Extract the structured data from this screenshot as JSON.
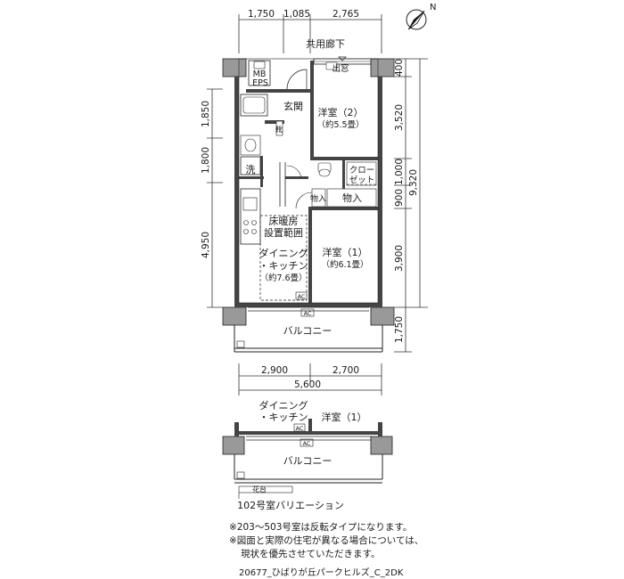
{
  "top_dims": [
    "1,750",
    "1,085",
    "2,765"
  ],
  "compass_label": "N",
  "corridor_label": "共用廊下",
  "entrance_label": "出窓",
  "mb_label": "MB",
  "eps_label": "EPS",
  "genkan_label": "玄関",
  "kutsu_label": "靴",
  "sen_label": "洗",
  "closet_label_1": "クロー",
  "closet_label_2": "ゼット",
  "monoire_label": "物入",
  "monoire_small_label": "物入",
  "room_western2": {
    "name": "洋室（2）",
    "size": "（約5.5畳）"
  },
  "room_western1": {
    "name": "洋室（1）",
    "size": "（約6.1畳）"
  },
  "floor_heating": {
    "line1": "床暖房",
    "line2": "設置範囲"
  },
  "dining": {
    "line1": "ダイニング",
    "line2": "・キッチン",
    "line3": "（約7.6畳）"
  },
  "ac_label": "AC",
  "balcony_label": "バルコニー",
  "left_dims": [
    "1,850",
    "1,800",
    "4,950"
  ],
  "right_dims": [
    "400",
    "3,520",
    "1,000",
    "900",
    "3,900",
    "1,750"
  ],
  "total_height_dim": "9,320",
  "bottom_dims": [
    "2,900",
    "2,700"
  ],
  "total_width_dim": "5,600",
  "variation": {
    "dining_line1": "ダイニング",
    "dining_line2": "・キッチン",
    "western": "洋室（1）",
    "balcony": "バルコニー",
    "flower_bed": "花台",
    "title": "102号室バリエーション"
  },
  "notes": [
    "※203～503号室は反転タイプになります。",
    "※図面と実際の住宅が異なる場合については、",
    "現状を優先させていただきます。"
  ],
  "caption": "20677_ひばりが丘パークヒルズ_C_2DK"
}
